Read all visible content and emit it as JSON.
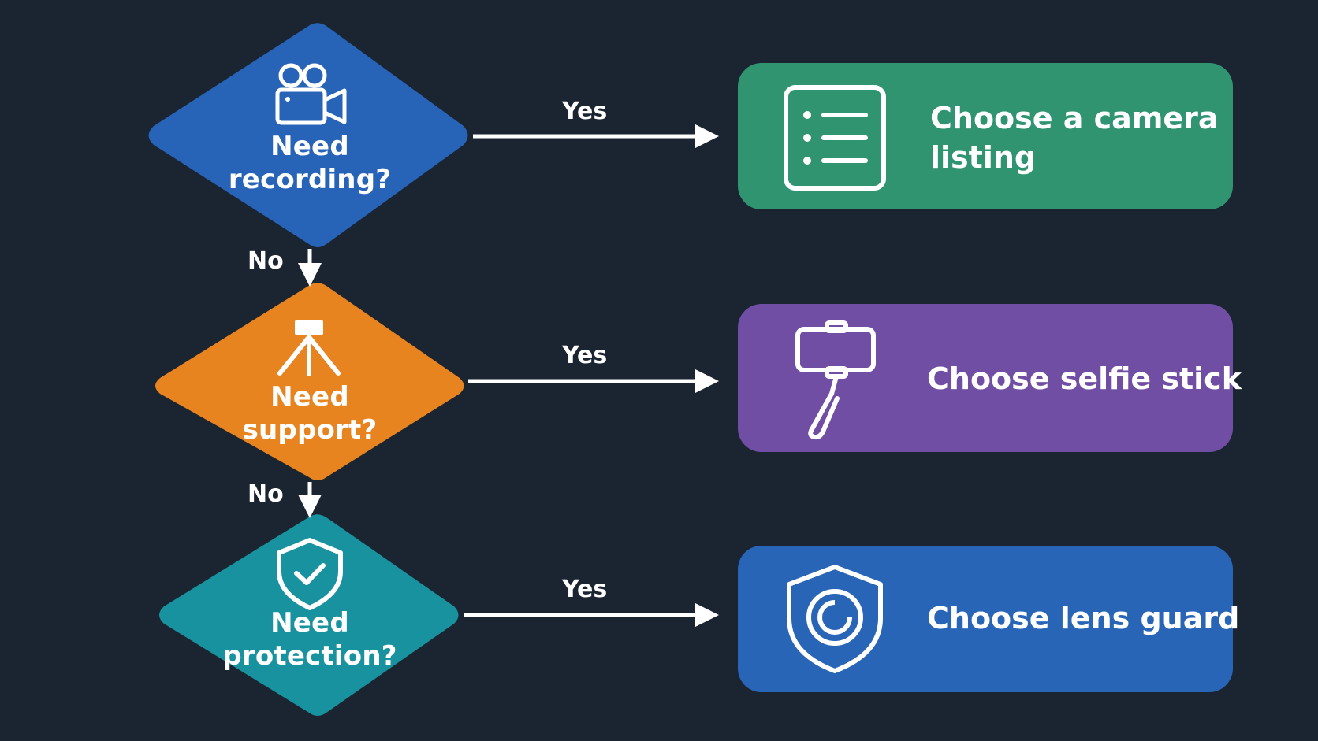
{
  "colors": {
    "background": "#1b2431",
    "decision_recording": "#2763b7",
    "decision_support": "#e8841f",
    "decision_protection": "#17929e",
    "result_camera": "#2f946f",
    "result_selfie": "#6f4ea3",
    "result_lens": "#2965b6",
    "arrow": "#ffffff"
  },
  "decisions": [
    {
      "line1": "Need",
      "line2": "recording?",
      "icon": "video-camera-icon"
    },
    {
      "line1": "Need",
      "line2": "support?",
      "icon": "tripod-icon"
    },
    {
      "line1": "Need",
      "line2": "protection?",
      "icon": "shield-check-icon"
    }
  ],
  "edges": {
    "yes_label": "Yes",
    "no_label": "No"
  },
  "results": [
    {
      "line1": "Choose a camera",
      "line2": "listing",
      "icon": "list-icon"
    },
    {
      "line1": "Choose selfie stick",
      "icon": "selfie-stick-icon"
    },
    {
      "line1": "Choose lens guard",
      "icon": "lens-shield-icon"
    }
  ]
}
